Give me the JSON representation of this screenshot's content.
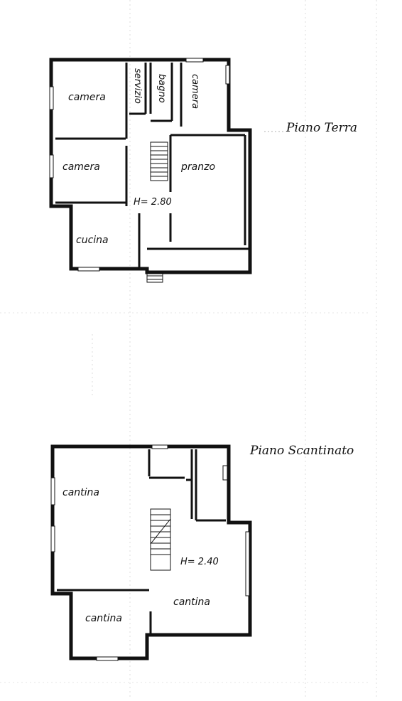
{
  "ground_floor": {
    "title": "Piano Terra",
    "height": "H= 2.80",
    "rooms": {
      "camera_1": "camera",
      "servizio": "servizio",
      "bagno": "bagno",
      "camera_2": "camera",
      "camera_3": "camera",
      "pranzo": "pranzo",
      "cucina": "cucina"
    }
  },
  "basement": {
    "title": "Piano Scantinato",
    "height": "H= 2.40",
    "rooms": {
      "cantina_1": "cantina",
      "cantina_2": "cantina",
      "cantina_3": "cantina"
    }
  }
}
